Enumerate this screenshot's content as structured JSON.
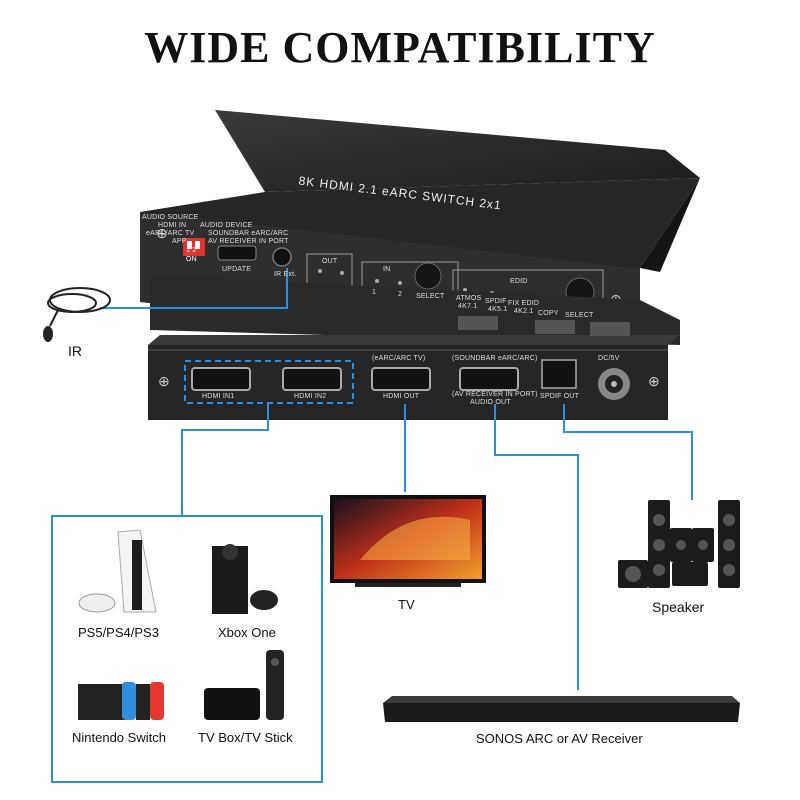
{
  "title": "WIDE COMPATIBILITY",
  "device": {
    "top_label": "8K HDMI 2.1 eARC SWITCH 2x1",
    "front": {
      "audio_source": "AUDIO SOURCE",
      "hdmi_in": "HDMI IN",
      "earc_tv": "eARC/ARC TV",
      "app": "APP",
      "audio_device": "AUDIO DEVICE",
      "soundbar": "SOUNDBAR eARC/ARC",
      "av_receiver_port": "AV RECEIVER IN PORT",
      "dip_on": "ON",
      "dip_12": "1 2",
      "update": "UPDATE",
      "ir_ext": "IR Ext.",
      "out": "OUT",
      "in": "IN",
      "in_1": "1",
      "in_2": "2",
      "select": "SELECT",
      "edid": "EDID",
      "atmos": "ATMOS",
      "spdif": "SPDIF",
      "fix_edid": "FIX EDID",
      "r_4k71": "4K7.1",
      "r_4k51": "4K5.1",
      "r_4k21": "4K2.1",
      "copy": "COPY",
      "edid_select": "SELECT"
    },
    "back": {
      "hdmi_in1": "HDMI IN1",
      "hdmi_in2": "HDMI IN2",
      "earc_tv_top": "(eARC/ARC TV)",
      "hdmi_out": "HDMI OUT",
      "soundbar_top": "(SOUNDBAR eARC/ARC)",
      "av_receiver": "(AV RECEIVER IN PORT)",
      "audio_out": "AUDIO OUT",
      "spdif_out": "SPDIF OUT",
      "dc": "DC/5V"
    }
  },
  "ir_label": "IR",
  "tv_label": "TV",
  "speaker_label": "Speaker",
  "soundbar_label": "SONOS ARC or AV Receiver",
  "sources": [
    {
      "label": "PS5/PS4/PS3"
    },
    {
      "label": "Xbox One"
    },
    {
      "label": "Nintendo Switch"
    },
    {
      "label": "TV Box/TV Stick"
    }
  ],
  "colors": {
    "accent": "#2a8fe0",
    "device": "#2b2b2b"
  }
}
